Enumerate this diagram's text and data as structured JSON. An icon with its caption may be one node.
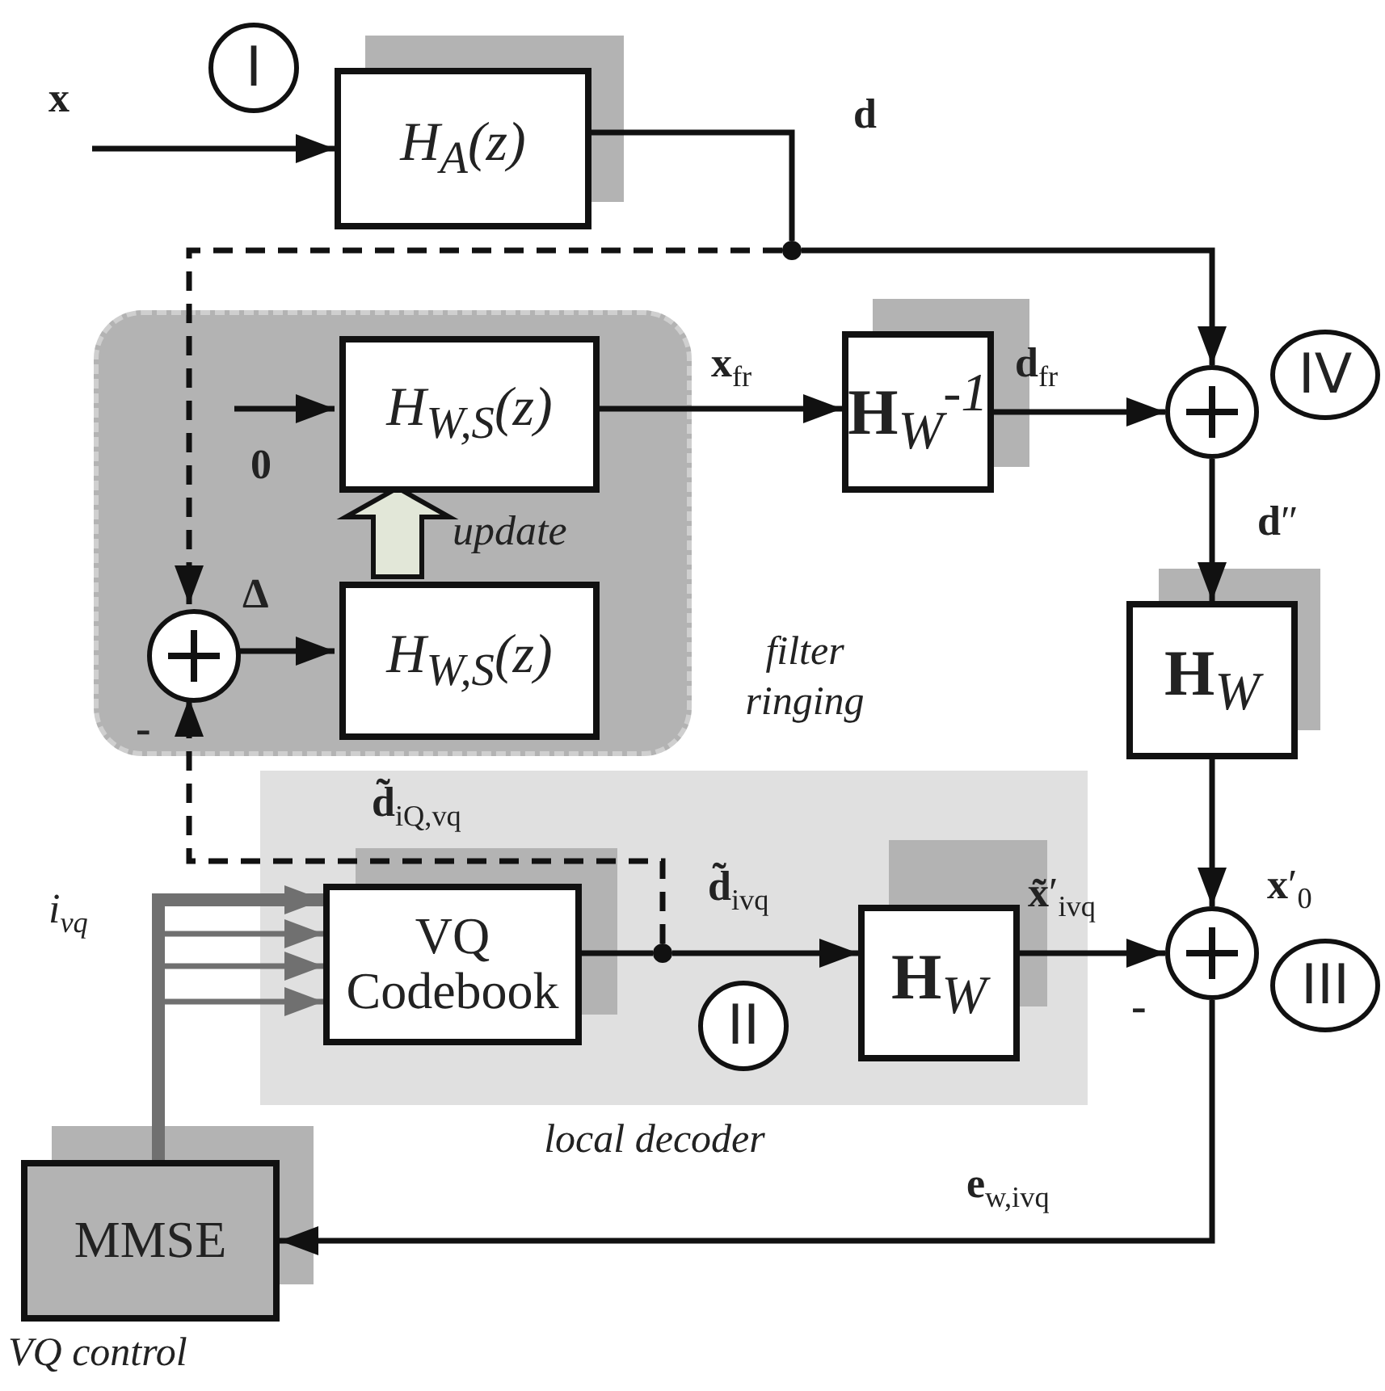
{
  "diagram": {
    "nodes": [
      {
        "text": [
          "filter ringing"
        ]
      },
      {
        "text": [
          "local decoder"
        ]
      },
      {
        "text": [
          "H$_{A}$(z)"
        ]
      },
      {
        "text": [
          "H$_{W,S}$(z)"
        ],
        "in": 0
      },
      {
        "text": [
          "H$_{W,S}$(z)"
        ],
        "in": 0
      },
      {
        "text": [],
        "shape": "circle",
        "in": 0
      },
      {
        "text": [
          "**H**$_{W}$$^{-1}$"
        ]
      },
      {
        "text": [],
        "shape": "circle"
      },
      {
        "text": [
          "**H**$_{W}$"
        ]
      },
      {
        "text": [],
        "shape": "circle"
      },
      {
        "text": [
          "VQ Codebook"
        ],
        "in": 1
      },
      {
        "text": [
          "**H**$_{W}$"
        ],
        "in": 1
      },
      {
        "text": [
          "MMSE"
        ],
        "beside": [
          "VQ control"
        ]
      },
      {
        "text": [
          "I"
        ]
      },
      {
        "text": [
          "II"
        ],
        "in": 1
      },
      {
        "text": [
          "III"
        ]
      },
      {
        "text": [
          "IV"
        ]
      },
      {
        "text": [],
        "shape": "circle"
      },
      {
        "text": [],
        "shape": "circle",
        "in": 1
      }
    ],
    "edges": [
      {
        "from": null,
        "to": 2,
        "arrow": "to",
        "label": "x"
      },
      {
        "from": 2,
        "to": 17,
        "arrow": "none",
        "label": "d"
      },
      {
        "from": 17,
        "to": 7,
        "arrow": "to"
      },
      {
        "from": 17,
        "to": 5,
        "arrow": "to",
        "style": "dashed"
      },
      {
        "from": null,
        "to": 3,
        "arrow": "to",
        "label": "0"
      },
      {
        "from": 3,
        "to": 6,
        "arrow": "to",
        "label": "**x**$_{fr}$"
      },
      {
        "from": 6,
        "to": 7,
        "arrow": "to",
        "label": "**d**$_{fr}$"
      },
      {
        "from": 7,
        "to": 8,
        "arrow": "to",
        "label": "**d**″"
      },
      {
        "from": 8,
        "to": 9,
        "arrow": "to",
        "label": "**x**′$_{0}$"
      },
      {
        "from": 5,
        "to": 4,
        "arrow": "to",
        "label": "Δ"
      },
      {
        "from": 4,
        "to": 3,
        "arrow": "to",
        "style": "thick",
        "color": "#e2e7d8",
        "label": "update"
      },
      {
        "from": 10,
        "to": 18,
        "arrow": "none"
      },
      {
        "from": 18,
        "to": 11,
        "arrow": "to",
        "label": "**d̃**$_{ivq}$"
      },
      {
        "from": 18,
        "to": 5,
        "arrow": "to",
        "style": "dashed",
        "label": "**d̃**$_{iQ,vq}$"
      },
      {
        "from": 11,
        "to": 9,
        "arrow": "to",
        "label": "**x̃**′$_{ivq}$"
      },
      {
        "from": 9,
        "to": 12,
        "arrow": "to",
        "label": "**e**$_{w,ivq}$"
      },
      {
        "from": 12,
        "to": 10,
        "arrow": "to",
        "style": "thick",
        "color": "#707070",
        "label": "i$_{vq}$"
      },
      {
        "from": 12,
        "to": 10,
        "arrow": "to",
        "color": "#707070"
      },
      {
        "from": 12,
        "to": 10,
        "arrow": "to",
        "color": "#707070"
      },
      {
        "from": 12,
        "to": 10,
        "arrow": "to",
        "color": "#707070"
      }
    ],
    "labels": [
      "-",
      "-"
    ]
  }
}
